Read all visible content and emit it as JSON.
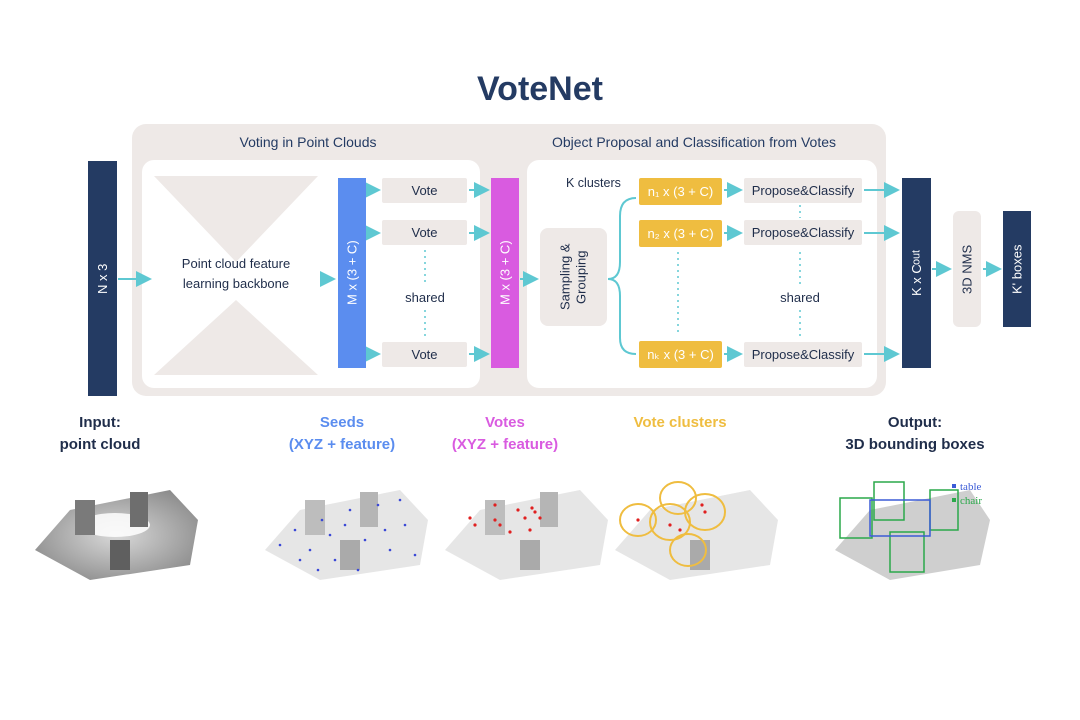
{
  "title": "VoteNet",
  "sections": {
    "voting": "Voting in Point Clouds",
    "proposal": "Object Proposal and Classification from Votes"
  },
  "blocks": {
    "input": "N x 3",
    "backbone": "Point cloud feature learning backbone",
    "seeds_dim": "M x (3 + C)",
    "vote": "Vote",
    "shared": "shared",
    "votes_dim": "M x (3 + C)",
    "sampling": "Sampling & Grouping",
    "k_clusters": "K clusters",
    "cluster_1": "n₁ x (3 + C)",
    "cluster_2": "n₂ x (3 + C)",
    "cluster_k": "nₖ x (3 + C)",
    "propose": "Propose&Classify",
    "out_dim": "K x C_out",
    "nms": "3D NMS",
    "out_boxes": "K' boxes"
  },
  "captions": {
    "input_l1": "Input:",
    "input_l2": "point cloud",
    "seeds_l1": "Seeds",
    "seeds_l2": "(XYZ + feature)",
    "votes_l1": "Votes",
    "votes_l2": "(XYZ + feature)",
    "clusters": "Vote clusters",
    "output_l1": "Output:",
    "output_l2": "3D bounding boxes"
  },
  "legend": {
    "table": "table",
    "chair": "chair"
  },
  "colors": {
    "navy": "#243b63",
    "seeds": "#5b8def",
    "votes": "#d95be0",
    "clusters": "#efbd40",
    "arrow": "#5ec8d2",
    "table": "#3b5bd6",
    "chair": "#2aa84a"
  }
}
